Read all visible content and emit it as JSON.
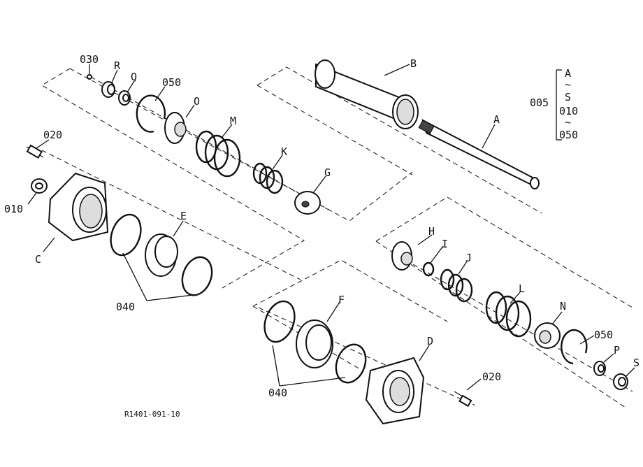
{
  "labels": {
    "l030": "030",
    "lR": "R",
    "lQ": "Q",
    "l050a": "050",
    "lO": "O",
    "lB": "B",
    "lA": "A",
    "lM": "M",
    "lK": "K",
    "lG": "G",
    "l020a": "020",
    "l010": "010",
    "lC": "C",
    "lE": "E",
    "l040a": "040",
    "lH": "H",
    "lI": "I",
    "lJ": "J",
    "lL": "L",
    "lN": "N",
    "l050b": "050",
    "lP": "P",
    "lS": "S",
    "lF": "F",
    "lD": "D",
    "l040b": "040",
    "l020b": "020",
    "ref": "R1401-091-10"
  },
  "legend": {
    "range_code": "005",
    "top": "A",
    "tilde1": "~",
    "mid": "S",
    "sub_start": "010",
    "tilde2": "~",
    "sub_end": "050"
  }
}
